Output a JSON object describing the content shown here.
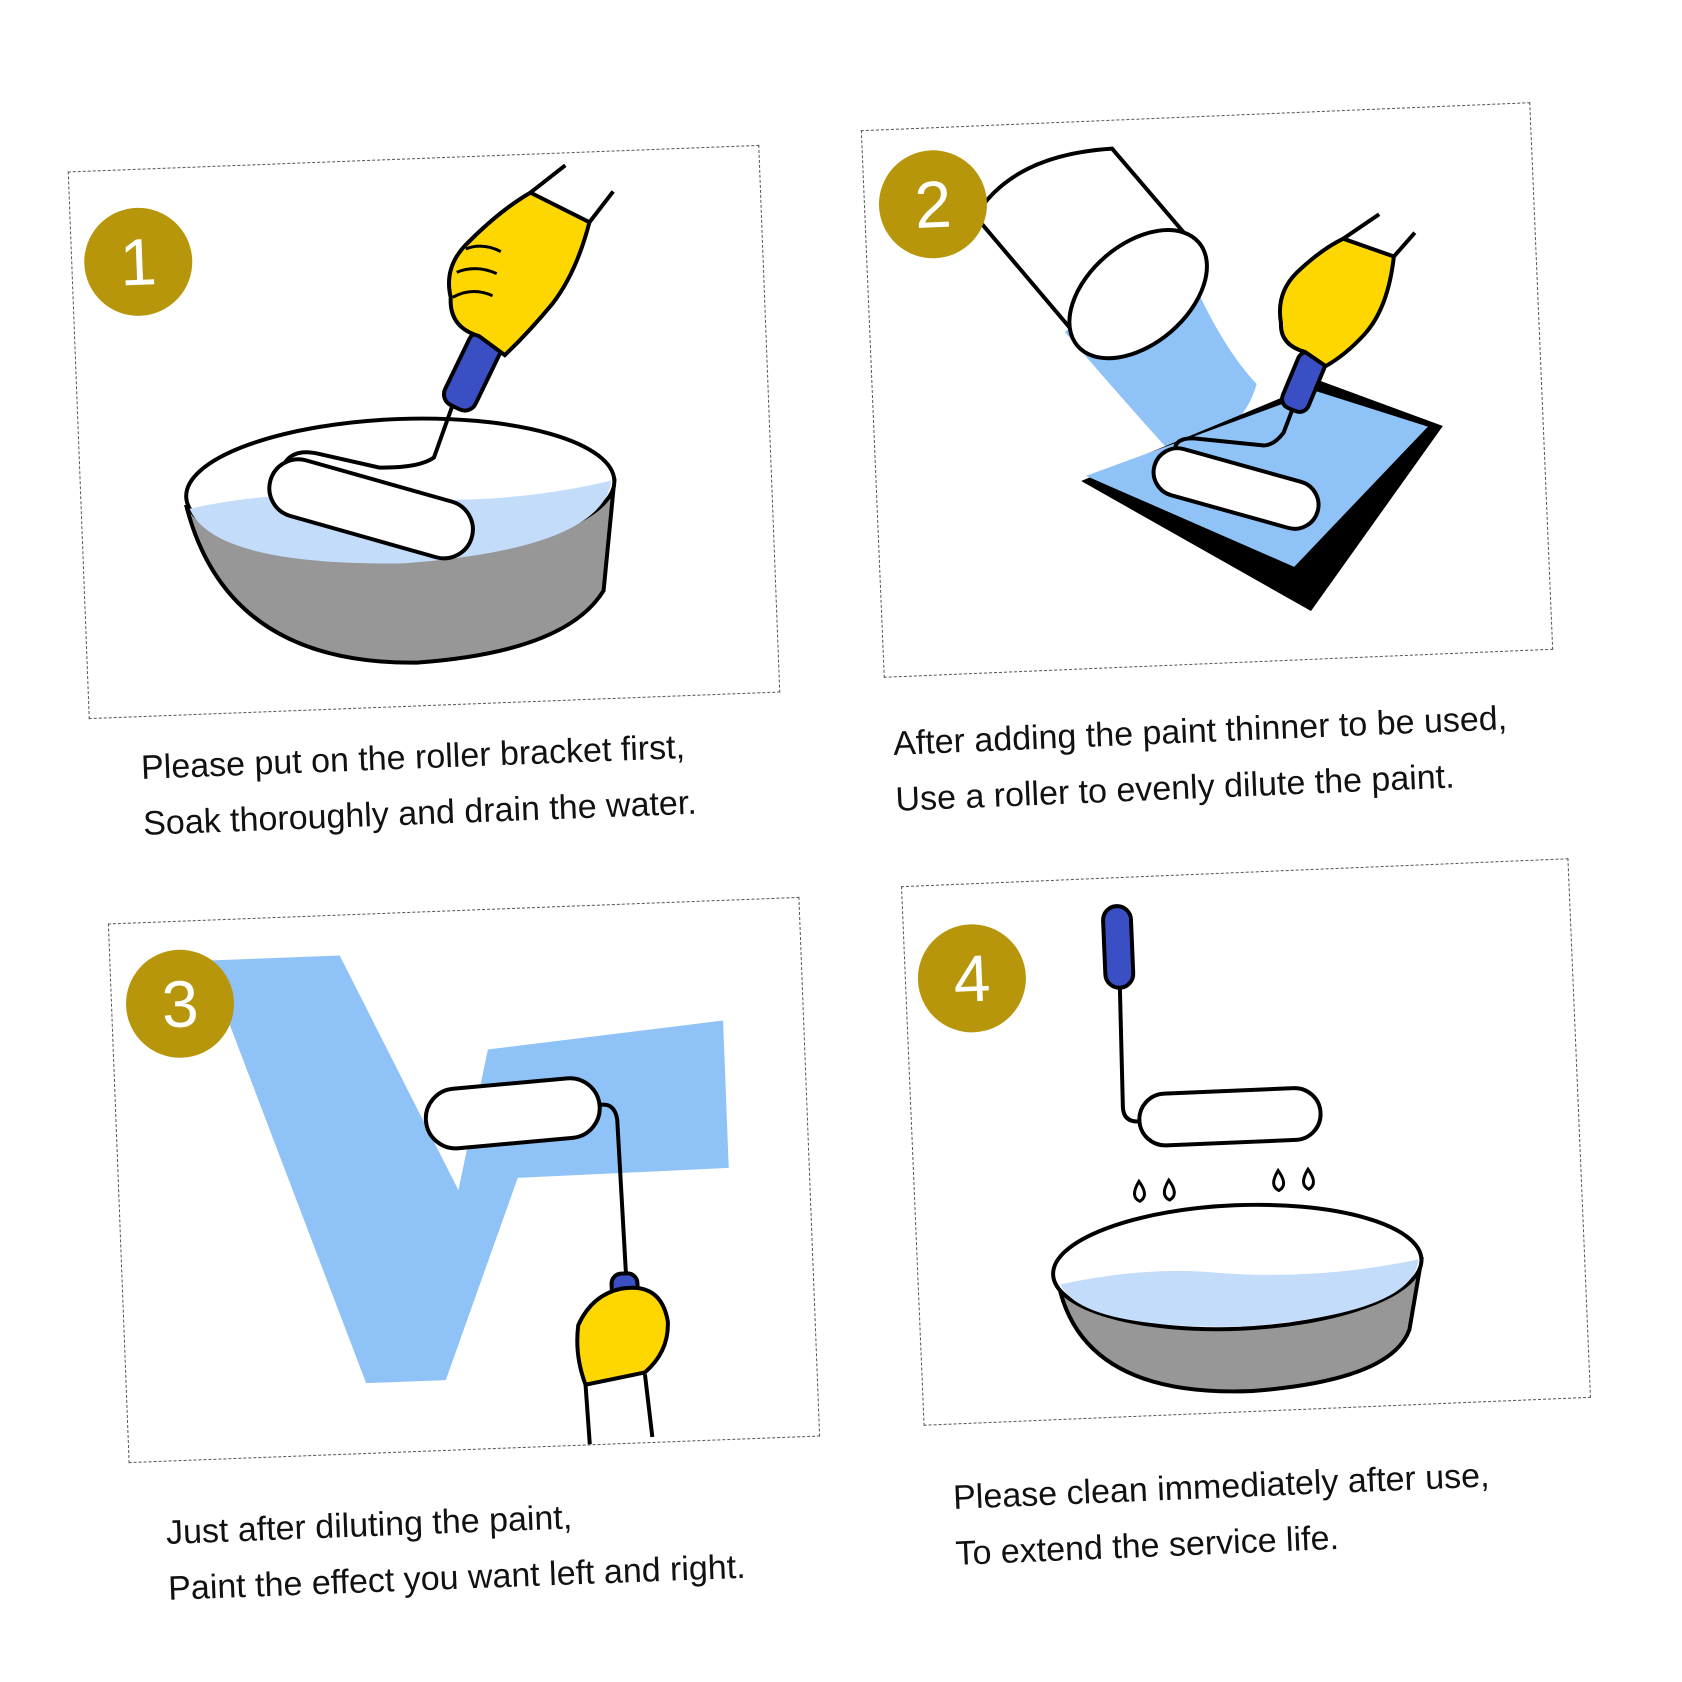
{
  "theme": {
    "badge_color": "#b8960c",
    "paint_color": "#8fc3f7",
    "glove_color": "#ffd700",
    "handle_color": "#3b4fc4",
    "bucket_color": "#979797"
  },
  "steps": [
    {
      "number": "1",
      "caption_line1": "Please put on the roller bracket first,",
      "caption_line2": "Soak thoroughly and drain the water.",
      "icons": [
        "yellow-glove-icon",
        "paint-roller-icon",
        "water-bucket-icon"
      ]
    },
    {
      "number": "2",
      "caption_line1": "After adding the paint thinner to be used,",
      "caption_line2": "Use a roller to evenly dilute the paint.",
      "icons": [
        "pouring-can-icon",
        "yellow-glove-icon",
        "paint-roller-icon",
        "paint-tray-icon"
      ]
    },
    {
      "number": "3",
      "caption_line1": "Just after diluting the paint,",
      "caption_line2": "Paint the effect you want left and right.",
      "icons": [
        "painted-wall-stroke-icon",
        "paint-roller-icon",
        "yellow-glove-icon"
      ]
    },
    {
      "number": "4",
      "caption_line1": "Please clean immediately after use,",
      "caption_line2": "To extend the service life.",
      "icons": [
        "paint-roller-icon",
        "water-drops-icon",
        "water-bucket-icon"
      ]
    }
  ]
}
